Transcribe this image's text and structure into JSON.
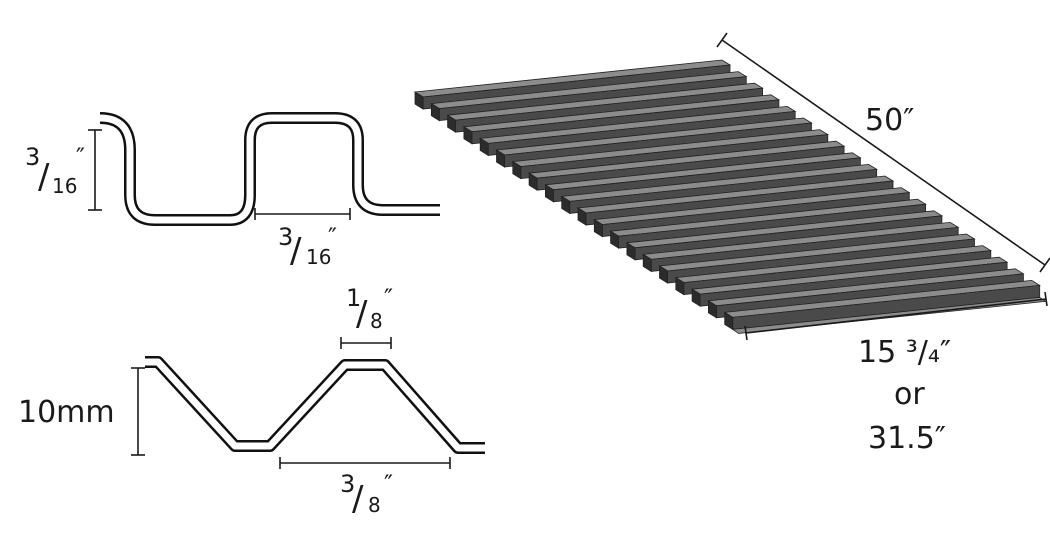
{
  "profile_square": {
    "height_label": {
      "num": "3",
      "den": "16",
      "unit": "″"
    },
    "width_label": {
      "num": "3",
      "den": "16",
      "unit": "″"
    }
  },
  "profile_trapezoid": {
    "height_label": "10mm",
    "top_width_label": {
      "num": "1",
      "den": "8",
      "unit": "″"
    },
    "bottom_width_label": {
      "num": "3",
      "den": "8",
      "unit": "″"
    }
  },
  "grate": {
    "length_label": "50″",
    "width_label_1": "15 ³/₄″",
    "width_label_2": "or",
    "width_label_3": "31.5″",
    "slat_count": 20,
    "colors": {
      "slat_dark": "#4a4a4a",
      "slat_light": "#8c8c8c",
      "outline": "#222222"
    }
  }
}
